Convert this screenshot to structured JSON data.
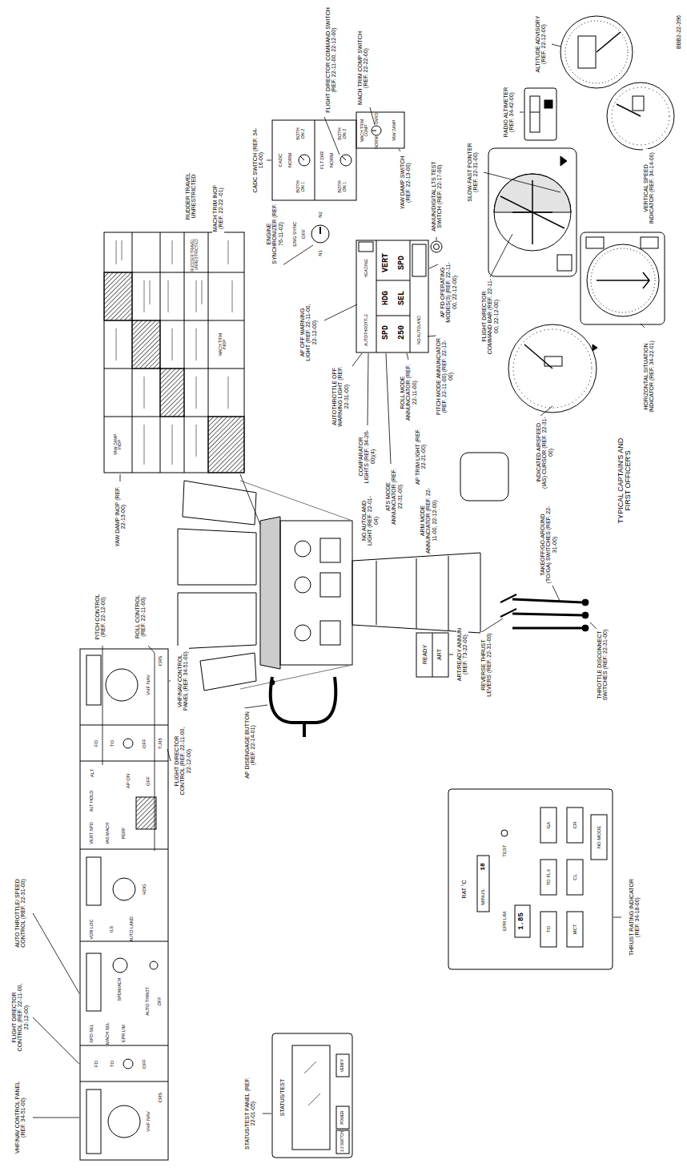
{
  "diagram": {
    "labels": [
      "FLIGHT DIRECTOR COMMAND SWITCH (REF. 22-11-00, 22-12-00)",
      "CADC SWITCH (REF. 34-16-00)",
      "CADC",
      "NORM",
      "BOTH ON 1",
      "BOTH ON 2",
      "FLT DIR",
      "NORM",
      "BOTH ON 1",
      "BOTH ON 2",
      "ENGINE SYNCHRONIZER (REF. 76-11-02)",
      "ENG SYNC",
      "OFF",
      "N1",
      "N2",
      "MACH TRIM COMP SWITCH (REF. 22-22-00)",
      "MACH TRIM COMP",
      "NORM",
      "OVRD",
      "YAW DAMP",
      "YAW DAMP SWITCH (REF. 22-13-00)",
      "RUDDER TRAVEL UNRESTRICTED",
      "MACH TRIM INOP (REF. 22-22 -01)",
      "RUDDER TRAVEL UNRESTRICTED",
      "MACH TRIM INOP",
      "YAW DAMP INOP",
      "YAW DAMP INOP (REF. 22-13-00)",
      "ANNUN/DIGITAL LTS TEST SWITCH (REF. 22-17-00)",
      "SLOW-FAST POINTER (REF. 22-31-00)",
      "RADIO ALTIMETER (REF. 34-42-00)",
      "ALTITUDE ADVISORY (REF. 22-12-00)",
      "VERTICAL SPEED INDICATOR (REF. 34-14-00)",
      "HORIZONTAL SITUATION INDICATOR (REF. 34-22-01)",
      "FLIGHT DIRECTOR COMMAND BAR (REF. 22-11-00, 22-12-00)",
      "AP FD OPERATING MODES(3) (REF. 22-11-00, 22-12-00)",
      "TYPICAL CAPTAIN'S AND FIRST OFFICER'S",
      "INDICATED AIRSPEED (IAS) CURSOR (REF. 22-31-00)",
      "TAKEOFF/GO-AROUND (TO/GA) SWITCHES (REF. 22-31-00)",
      "THROTTLE DISCONNECT SWITCHES (REF. 22-31-00)",
      "REVERSE THRUST LEVERS (REF. 22-31-00)",
      "PITCH MODE ANNUNCIATOR (REF. 22-11-00) (REF. 22-12-00)",
      "ROLL MODE ANNUNCIATOR (REF. 22-11-00)",
      "AP OFF WARNING LIGHT (REF. 22-11-00, 22-12-00)",
      "AUTOTHROTTLE OFF WARNING LIGHT (REF. 22-31-00)",
      "COMPARATOR LIGHTS (REF. 34-26-00)(4)",
      "NO AUTOLAND LIGHT (REF. 22-01-04)",
      "ATS MODE ANNUNCIATOR (REF. 22-31-00)",
      "AP TRIM LIGHT (REF. 22-21-00)",
      "ARM MODE ANNUNCIATOR (REF. 22-11-00, 22-12-00)",
      "ART/READY ANNUN (REF. 73-22-00)",
      "READY",
      "ART",
      "AUTOTHROTTLE",
      "HEADING",
      "NO AUTOLAND",
      "SPD",
      "250",
      "HDG",
      "SEL",
      "VERT",
      "SPD",
      "AP DISENGAGE BUTTON (REF. 22-14-01)",
      "STATUS/TEST PANEL (REF. 22-01-05)",
      "STATUS/TEST",
      "1-2 SWITCH",
      "POWER",
      "VERIFY",
      "THRUST RATING INDICATOR (REF. 34-18-00)",
      "RAT °C",
      "MINUS",
      "18",
      "EPR LIM",
      "1.85",
      "TEST",
      "TO",
      "TO FLX",
      "GA",
      "MCT",
      "CL",
      "CR",
      "NO MODE",
      "VHF/NAV CONTROL PANEL (REF. 34-51-00)",
      "FLIGHT DIRECTOR CONTROL (REF. 22-11-00, 22-12-00)",
      "PITCH CONTROL (REF. 22-12-00)",
      "ROLL CONTROL (REF. 22-11-00)",
      "AUTO THROTTLE/ SPEED CONTROL (REF. 22-31-00)",
      "FLIGHT DIRECTOR CONTROL (REF. 22-11-00, 22-12-00)",
      "VHF/NAV CONTROL PANEL (REF. 34-51-00)",
      "VHF NAV",
      "CRS",
      "TO",
      "FD",
      "OFF",
      "TURB",
      "VERT SPD",
      "IAS MACH",
      "PERF",
      "ALT HOLD",
      "ALT",
      "AP ON",
      "OFF",
      "VOR LOC",
      "ILS",
      "AUTO LAND",
      "HDG",
      "SPD SEL",
      "MACH SEL",
      "EPR LIM",
      "SPD/MACH",
      "AUTO THROT",
      "OFF",
      "TO",
      "FD",
      "OFF",
      "VHF NAV",
      "CRS",
      "BBB2-22-396"
    ]
  }
}
